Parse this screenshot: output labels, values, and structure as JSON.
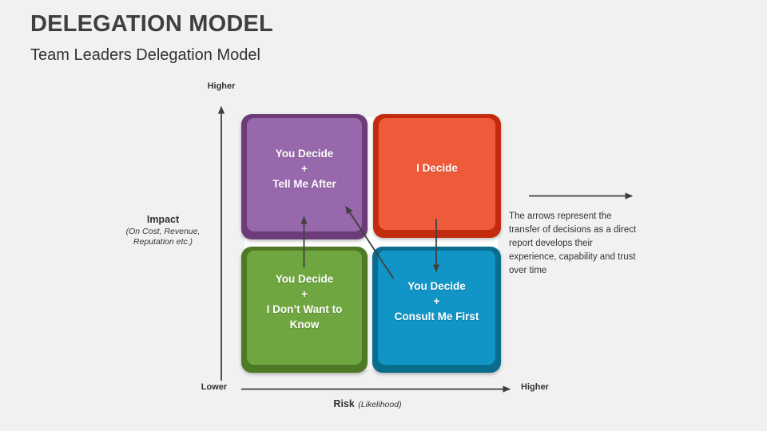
{
  "slide": {
    "title": "DELEGATION MODEL",
    "subtitle": "Team Leaders Delegation Model"
  },
  "matrix": {
    "y_axis": {
      "label": "Impact",
      "sublabel": "(On Cost, Revenue, Reputation etc.)",
      "top_label": "Higher"
    },
    "x_axis": {
      "label": "Risk",
      "sublabel": "(Likelihood)",
      "left_label": "Lower",
      "right_label": "Higher"
    },
    "arrow_color": "#3F3F3F",
    "quadrants": [
      {
        "position": "top-left",
        "lines": [
          "You Decide",
          "+",
          "Tell Me After"
        ],
        "fill": "#9768AB",
        "border": "#6B3C78"
      },
      {
        "position": "top-right",
        "lines": [
          "I Decide"
        ],
        "fill": "#EE5B3B",
        "border": "#C32B0E"
      },
      {
        "position": "bottom-left",
        "lines": [
          "You Decide",
          "+",
          "I Don’t Want to Know"
        ],
        "fill": "#6FA640",
        "border": "#4E7A28"
      },
      {
        "position": "bottom-right",
        "lines": [
          "You Decide",
          "+",
          "Consult Me First"
        ],
        "fill": "#1195C6",
        "border": "#0A6D8E"
      }
    ],
    "transfer_arrows": [
      {
        "from": "bottom-left",
        "to": "top-left"
      },
      {
        "from": "bottom-right",
        "to": "top-left"
      },
      {
        "from": "top-right",
        "to": "bottom-right"
      }
    ]
  },
  "annotation": {
    "text": "The arrows represent the\ntransfer of decisions as a direct\nreport develops their\nexperience, capability and trust\nover time"
  }
}
